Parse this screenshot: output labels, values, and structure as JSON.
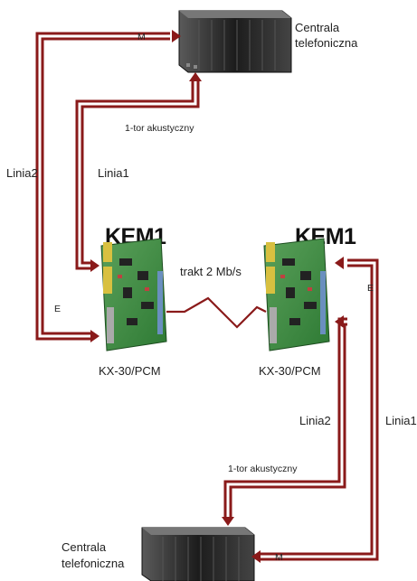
{
  "top_exchange": {
    "line1": "Centrala",
    "line2": "telefoniczna"
  },
  "bottom_exchange": {
    "line1": "Centrala",
    "line2": "telefoniczna"
  },
  "left_device": {
    "title": "KEM1",
    "model": "KX-30/PCM"
  },
  "right_device": {
    "title": "KEM1",
    "model": "KX-30/PCM"
  },
  "link_label": "trakt 2 Mb/s",
  "left_lines": {
    "linia2": "Linia2",
    "linia1": "Linia1",
    "acoustic": "1-tor akustyczny",
    "m": "M",
    "e": "E"
  },
  "right_lines": {
    "linia2": "Linia2",
    "linia1": "Linia1",
    "acoustic": "1-tor akustyczny",
    "m": "M",
    "e": "E"
  },
  "colors": {
    "line": "#8a1a1a",
    "cable_fill": "#ffffff",
    "board": "#3f8c3f",
    "rack": "#2a2a2a"
  }
}
